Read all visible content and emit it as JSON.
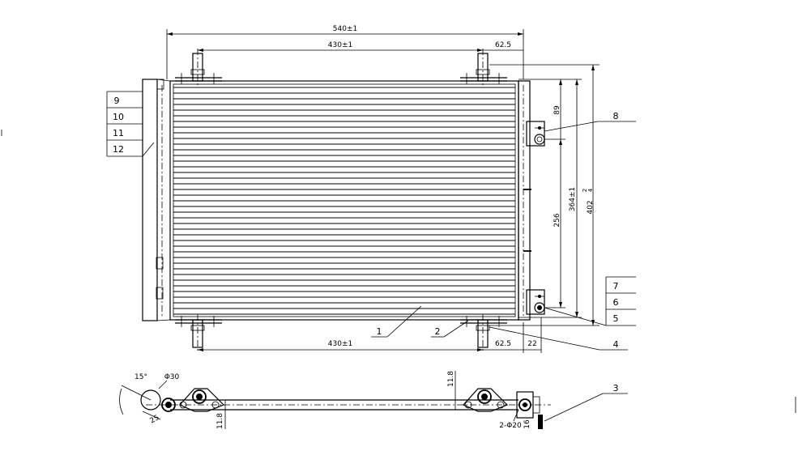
{
  "dimensions": {
    "overall_width": "540±1",
    "bracket_span_top": "430±1",
    "bracket_offset_top": "62.5",
    "bracket_span_bottom": "430±1",
    "bracket_offset_bottom": "62.5",
    "side_offset": "22",
    "height_outer": "402",
    "height_outer_tol_upper": "2",
    "height_outer_tol_lower": "4",
    "height_inner": "364±1",
    "height_ports": "256",
    "port_top_offset": "89",
    "angle": "15°",
    "hole_diameter": "Φ30",
    "hole_offset": "25",
    "bottom_thickness_left": "11.8",
    "bottom_thickness_mid": "11.8",
    "mount_holes": "2-Φ20",
    "port_thickness": "16"
  },
  "left_table": [
    "9",
    "10",
    "11",
    "12"
  ],
  "right_table": [
    "7",
    "6",
    "5"
  ],
  "callouts": {
    "c1": "1",
    "c2": "2",
    "c3": "3",
    "c4": "4",
    "c8": "8"
  }
}
